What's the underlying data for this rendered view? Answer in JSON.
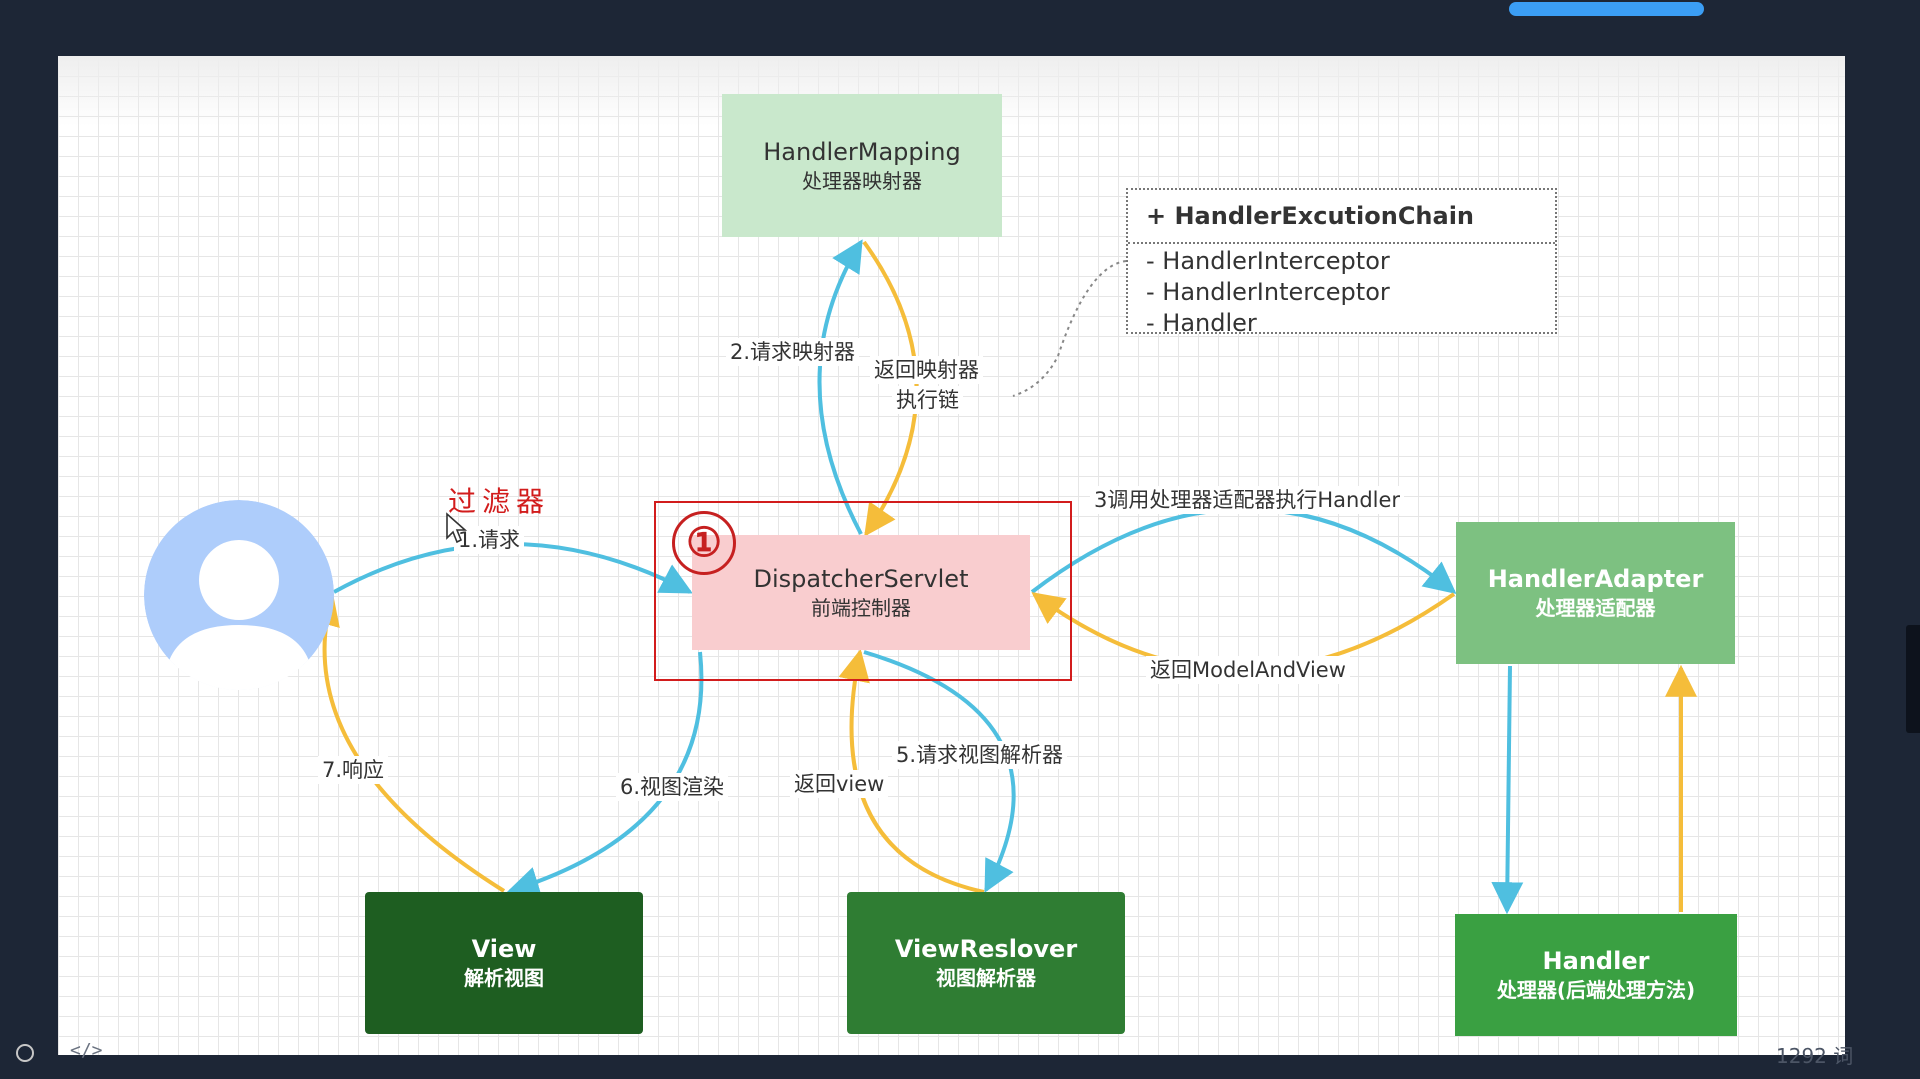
{
  "nodes": {
    "mapping": {
      "title": "HandlerMapping",
      "subtitle": "处理器映射器"
    },
    "dispatcher": {
      "title": "DispatcherServlet",
      "subtitle": "前端控制器"
    },
    "adapter": {
      "title": "HandlerAdapter",
      "subtitle": "处理器适配器"
    },
    "view": {
      "title": "View",
      "subtitle": "解析视图"
    },
    "resolver": {
      "title": "ViewReslover",
      "subtitle": "视图解析器"
    },
    "handler": {
      "title": "Handler",
      "subtitle": "处理器(后端处理方法)"
    }
  },
  "chain": {
    "header": "+ HandlerExcutionChain",
    "items": [
      "- HandlerInterceptor",
      "- HandlerInterceptor",
      "- Handler"
    ]
  },
  "edges": {
    "request": "1.请求",
    "request_mapping": "2.请求映射器",
    "return_chain_1": "返回映射器",
    "return_chain_2": "执行链",
    "call_adapter": "3调用处理器适配器执行Handler",
    "return_mav": "返回ModelAndView",
    "request_resolver": "5.请求视图解析器",
    "return_view": "返回view",
    "render": "6.视图渲染",
    "response": "7.响应"
  },
  "annotations": {
    "filter": "过滤器",
    "step_marker": "①"
  },
  "footer": {
    "word_count": "1292 词",
    "code_glyph": "</>"
  },
  "colors": {
    "request_arrow": "#4fbfe0",
    "return_arrow": "#f5bd3a",
    "highlight": "#d21c1c"
  }
}
